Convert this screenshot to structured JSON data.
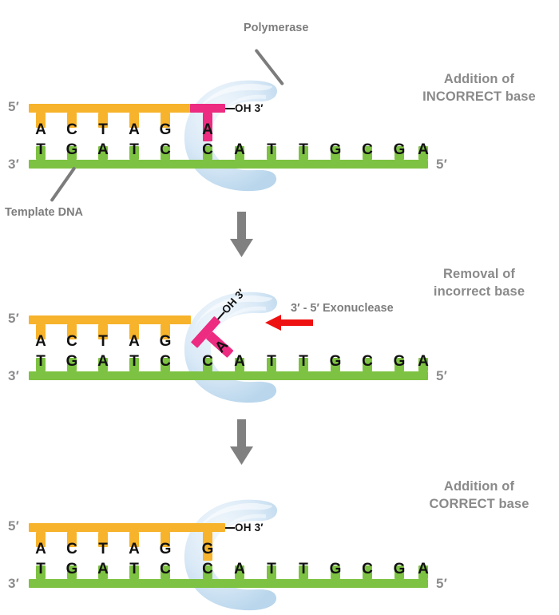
{
  "figure": {
    "title": "DNA polymerase proofreading",
    "background": "#ffffff"
  },
  "colors": {
    "new_strand": "#f7b32b",
    "template_strand": "#7dc242",
    "incorrect_base": "#ec2b81",
    "polymerase": "#cfe3f2",
    "caption_text": "#8a8a8a",
    "callout_text": "#7d7d7d",
    "exonuclease_arrow": "#ee1111",
    "process_arrow": "#808080"
  },
  "captions": {
    "step1_line1": "Addition of",
    "step1_line2": "INCORRECT base",
    "step2_line1": "Removal of",
    "step2_line2": "incorrect base",
    "step3_line1": "Addition of",
    "step3_line2": "CORRECT base"
  },
  "callouts": {
    "polymerase": "Polymerase",
    "template_dna": "Template DNA",
    "exonuclease": "3′ - 5′ Exonuclease"
  },
  "end_labels": {
    "top_left": "5′",
    "bottom_left": "3′",
    "bottom_right": "5′",
    "oh_terminus": "OH 3′"
  },
  "panels": [
    {
      "id": "addition-of-incorrect-base",
      "new_strand_bases": [
        "A",
        "C",
        "T",
        "A",
        "G",
        "A"
      ],
      "new_strand_last_base_incorrect": true,
      "template_strand_bases": [
        "T",
        "G",
        "A",
        "T",
        "C",
        "C",
        "A",
        "T",
        "T",
        "G",
        "C",
        "G",
        "A"
      ],
      "excised_base": null
    },
    {
      "id": "removal-of-incorrect-base",
      "new_strand_bases": [
        "A",
        "C",
        "T",
        "A",
        "G"
      ],
      "new_strand_last_base_incorrect": false,
      "template_strand_bases": [
        "T",
        "G",
        "A",
        "T",
        "C",
        "C",
        "A",
        "T",
        "T",
        "G",
        "C",
        "G",
        "A"
      ],
      "excised_base": "A"
    },
    {
      "id": "addition-of-correct-base",
      "new_strand_bases": [
        "A",
        "C",
        "T",
        "A",
        "G",
        "G"
      ],
      "new_strand_last_base_incorrect": false,
      "template_strand_bases": [
        "T",
        "G",
        "A",
        "T",
        "C",
        "C",
        "A",
        "T",
        "T",
        "G",
        "C",
        "G",
        "A"
      ],
      "excised_base": null
    }
  ]
}
